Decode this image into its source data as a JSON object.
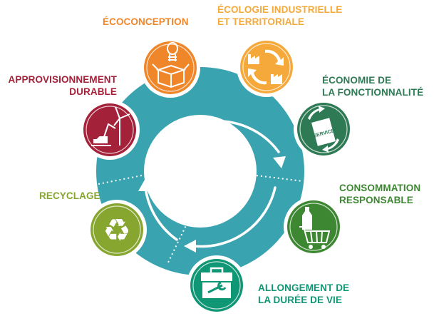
{
  "diagram": {
    "ring_color": "#3aa3b0",
    "items": [
      {
        "id": "ecoconception",
        "lines": [
          "ÉCOCONCEPTION"
        ],
        "color": "#f0862a",
        "icon": "lightbulb-box-icon"
      },
      {
        "id": "ecologie-industrielle",
        "lines": [
          "ÉCOLOGIE INDUSTRIELLE",
          "ET TERRITORIALE"
        ],
        "color": "#f6a93b",
        "icon": "factories-cycle-icon"
      },
      {
        "id": "economie-fonctionnalite",
        "lines": [
          "ÉCONOMIE DE",
          "LA FONCTIONNALITÉ"
        ],
        "color": "#2e7a55",
        "icon": "service-exchange-icon",
        "icon_text": "SERVICE"
      },
      {
        "id": "consommation-responsable",
        "lines": [
          "CONSOMMATION",
          "RESPONSABLE"
        ],
        "color": "#3d8732",
        "icon": "bottle-cart-icon"
      },
      {
        "id": "allongement",
        "lines": [
          "ALLONGEMENT DE",
          "LA DURÉE DE VIE"
        ],
        "color": "#0f9675",
        "icon": "toolbox-icon"
      },
      {
        "id": "recyclage",
        "lines": [
          "RECYCLAGE"
        ],
        "color": "#87a630",
        "icon": "recycle-icon"
      },
      {
        "id": "approvisionnement",
        "lines": [
          "APPROVISIONNEMENT",
          "DURABLE"
        ],
        "color": "#a4213a",
        "icon": "wind-turbine-excavator-icon"
      }
    ]
  }
}
